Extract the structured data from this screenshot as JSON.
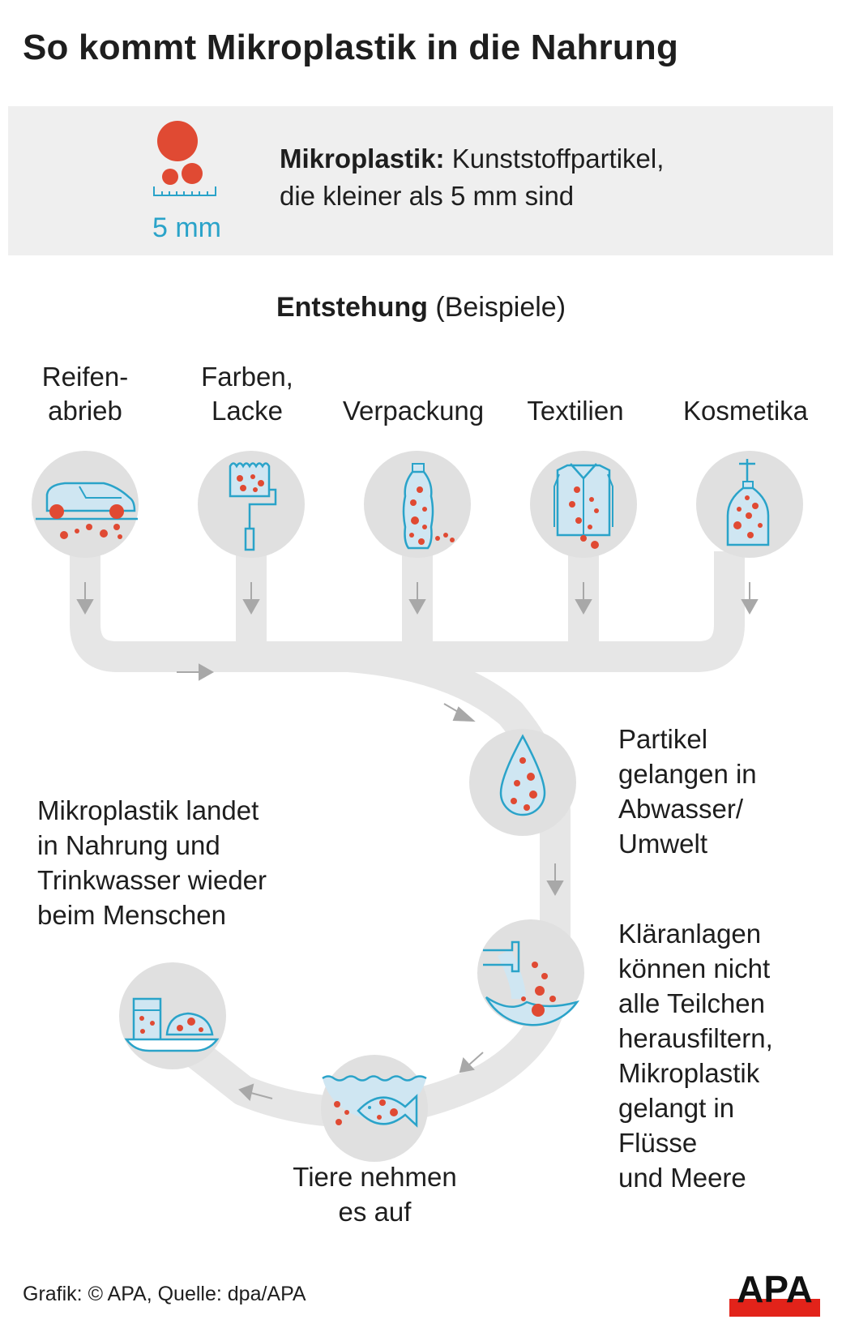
{
  "title": "So kommt Mikroplastik in die Nahrung",
  "definition": {
    "size_label": "5 mm",
    "term": "Mikroplastik:",
    "text_line1": "Kunststoffpartikel,",
    "text_line2": "die kleiner als 5 mm sind"
  },
  "origin": {
    "heading_bold": "Entstehung",
    "heading_rest": "(Beispiele)",
    "sources": [
      {
        "line1": "Reifen-",
        "line2": "abrieb",
        "icon": "car-icon"
      },
      {
        "line1": "Farben,",
        "line2": "Lacke",
        "icon": "paint-roller-icon"
      },
      {
        "line1": "",
        "line2": "Verpackung",
        "icon": "bottle-icon"
      },
      {
        "line1": "",
        "line2": "Textilien",
        "icon": "jacket-icon"
      },
      {
        "line1": "",
        "line2": "Kosmetika",
        "icon": "soap-dispenser-icon"
      }
    ]
  },
  "steps": {
    "wastewater": [
      "Partikel",
      "gelangen in",
      "Abwasser/",
      "Umwelt"
    ],
    "treatment": [
      "Kläranlagen",
      "können nicht",
      "alle Teilchen",
      "herausfiltern,",
      "Mikroplastik",
      "gelangt in",
      "Flüsse",
      "und Meere"
    ],
    "animals": [
      "Tiere nehmen",
      "es auf"
    ],
    "humans": [
      "Mikroplastik landet",
      "in Nahrung und",
      "Trinkwasser wieder",
      "beim Menschen"
    ]
  },
  "footer": "Grafik: © APA, Quelle: dpa/APA",
  "logo_text": "APA",
  "colors": {
    "particle": "#e04a33",
    "icon_line": "#2aa3c9",
    "path": "#e6e6e6",
    "circle": "#e0e0e0",
    "arrow": "#a8a8a8",
    "logo": "#e2231a"
  }
}
